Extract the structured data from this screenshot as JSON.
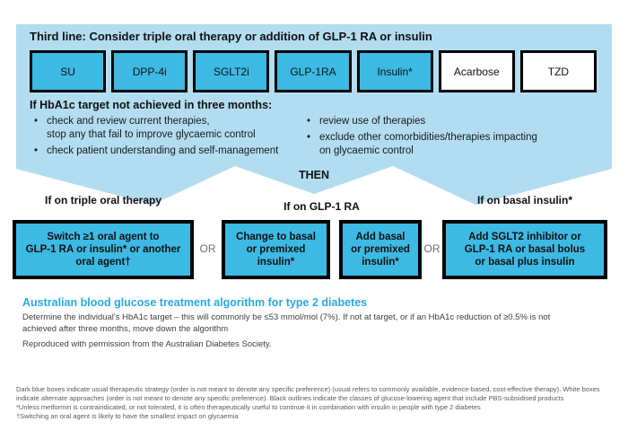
{
  "colors": {
    "panel_background": "#b2ddf1",
    "filled_box": "#3cbae4",
    "accent_heading": "#29a9e1",
    "or_text": "#6d6e71",
    "footnote_text": "#58595b"
  },
  "panel": {
    "title": "Third line: Consider triple oral therapy or addition of GLP-1 RA or insulin",
    "agents": [
      {
        "label": "SU",
        "filled": true
      },
      {
        "label": "DPP-4i",
        "filled": true
      },
      {
        "label": "SGLT2i",
        "filled": true
      },
      {
        "label": "GLP-1RA",
        "filled": true
      },
      {
        "label": "Insulin*",
        "filled": true
      },
      {
        "label": "Acarbose",
        "filled": false
      },
      {
        "label": "TZD",
        "filled": false
      }
    ],
    "subheading": "If HbA1c target not achieved in three months:",
    "bullet_glyph": "•",
    "bullets_left": [
      "check and review current therapies,\nstop any that fail to improve glycaemic control",
      "check patient understanding and self-management"
    ],
    "bullets_right": [
      "review use of therapies",
      "exclude other comorbidities/therapies impacting\non glycaemic control"
    ],
    "then_label": "THEN"
  },
  "branches": {
    "left": {
      "heading": "If on triple oral therapy",
      "box": "Switch ≥1 oral agent to\nGLP-1 RA or insulin* or another\noral agent†"
    },
    "or1": "OR",
    "middle": {
      "heading": "If on GLP-1 RA",
      "box1": "Change to basal\nor premixed\ninsulin*",
      "box2": "Add basal\nor premixed\ninsulin*"
    },
    "or2": "OR",
    "right": {
      "heading": "If on basal insulin*",
      "box": "Add SGLT2 inhibitor or\nGLP-1 RA or basal bolus\nor basal plus insulin"
    }
  },
  "caption": {
    "title": "Australian blood glucose treatment algorithm for type 2 diabetes",
    "body": "Determine the individual's HbA1c target – this will commonly be ≤53 mmol/mol (7%). If not at target, or if an HbA1c reduction of ≥0.5% is not\nachieved after three months, move down the algorithm",
    "attribution": "Reproduced with permission from the Australian Diabetes Society."
  },
  "footnotes": [
    "Dark blue boxes indicate usual therapeutic strategy (order is not meant to denote any specific preference) (usual refers to commonly available, evidence-based, cost-effective therapy). White boxes\nindicate alternate approaches (order is not meant to denote any specific preference). Black outlines indicate the classes of glucose-lowering agent that include PBS-subsidised products",
    "*Unless metformin is contraindicated, or not tolerated, it is often therapeutically useful to continue it in combination with insulin in people with type 2 diabetes",
    "†Switching an oral agent is likely to have the smallest impact on glycaemia"
  ]
}
